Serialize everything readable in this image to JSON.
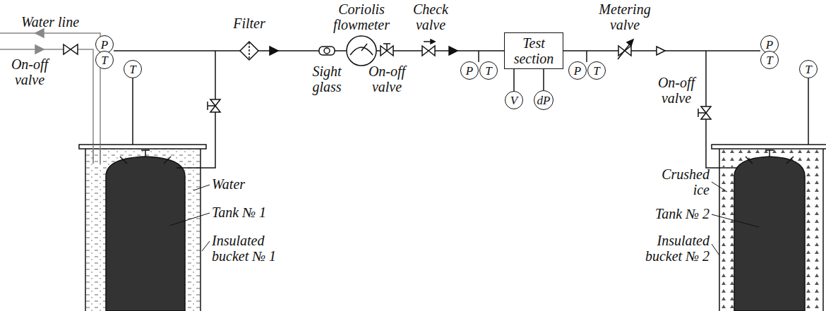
{
  "diagram": {
    "nodes": [
      {
        "text": [
          "P"
        ]
      },
      {
        "text": [
          "T"
        ]
      },
      {
        "text": [
          "T"
        ]
      },
      {
        "text": [
          "P"
        ]
      },
      {
        "text": [
          "T"
        ]
      },
      {
        "text": [
          "Test section"
        ]
      },
      {
        "text": [
          "V"
        ]
      },
      {
        "text": [
          "dP"
        ]
      },
      {
        "text": [
          "P"
        ]
      },
      {
        "text": [
          "T"
        ]
      },
      {
        "text": [
          "P"
        ]
      },
      {
        "text": [
          "T"
        ]
      },
      {
        "text": [
          "T"
        ]
      }
    ],
    "edges": [
      {
        "from": 5,
        "to": 6,
        "arrow": "none"
      },
      {
        "from": 5,
        "to": 7,
        "arrow": "none"
      }
    ],
    "labels": [
      "Water line",
      "On-off valve",
      "Filter",
      "Sight glass",
      "Coriolis flowmeter",
      "On-off valve",
      "Check valve",
      "Metering valve",
      "On-off valve",
      "Water",
      "Tank № 1",
      "Insulated bucket № 1",
      "Crushed ice",
      "Tank № 2",
      "Insulated bucket № 2"
    ]
  }
}
